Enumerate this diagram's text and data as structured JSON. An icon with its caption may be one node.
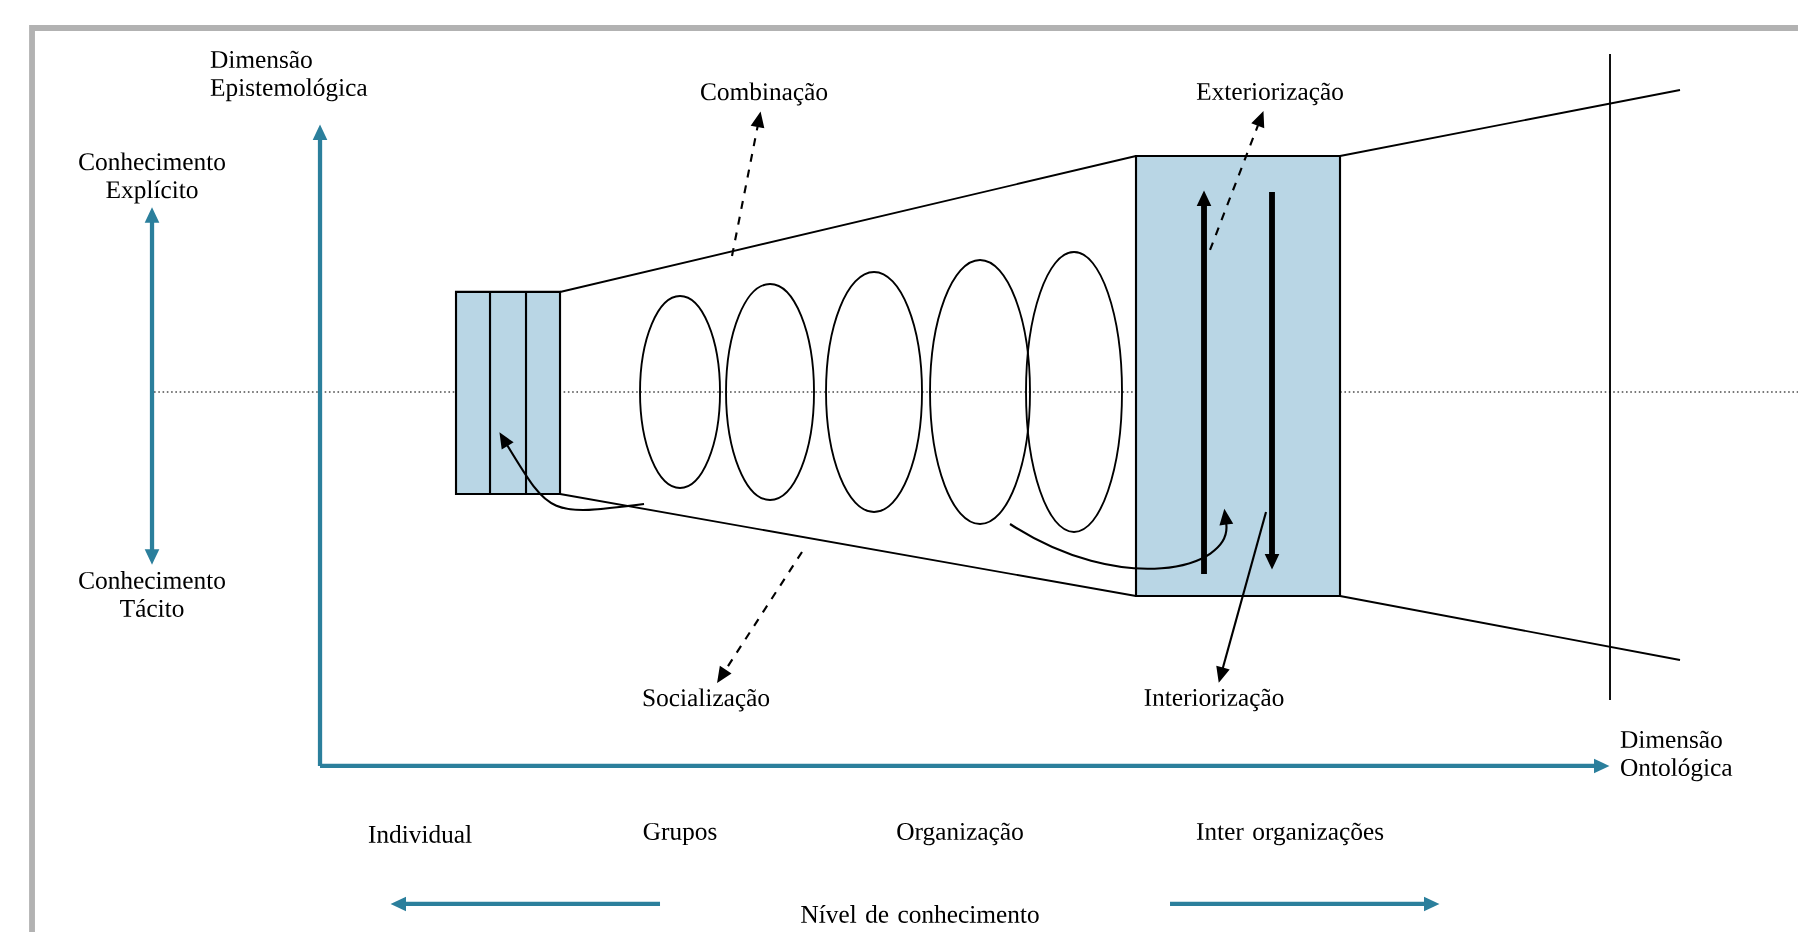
{
  "diagram": {
    "nodes": [
      {
        "text": [
          "Conhecimento Explícito"
        ]
      },
      {
        "text": [
          "Conhecimento Tácito"
        ]
      },
      {
        "text": [],
        "shape": "box"
      },
      {
        "text": [],
        "shape": "box"
      },
      {
        "text": [
          "Combinação"
        ]
      },
      {
        "text": [
          "Exteriorização"
        ]
      },
      {
        "text": [
          "Socialização"
        ]
      },
      {
        "text": [
          "Interiorização"
        ]
      }
    ],
    "edges": [
      {
        "from": 0,
        "to": 1,
        "arrow": "both",
        "color": "#2b7f9c"
      },
      {
        "from": null,
        "to": 2,
        "arrow": "to"
      },
      {
        "from": null,
        "to": 3,
        "arrow": "to"
      },
      {
        "from": null,
        "to": 4,
        "arrow": "to",
        "style": "dashed"
      },
      {
        "from": 3,
        "to": 5,
        "arrow": "to",
        "style": "dashed"
      },
      {
        "from": null,
        "to": 6,
        "arrow": "to",
        "style": "dashed"
      },
      {
        "from": 3,
        "to": 7,
        "arrow": "to"
      }
    ],
    "labels": [
      "Dimensão Epistemológica",
      "Dimensão Ontológica",
      "Individual",
      "Grupos",
      "Organização",
      "Inter organizações",
      "Nível de conhecimento"
    ]
  }
}
